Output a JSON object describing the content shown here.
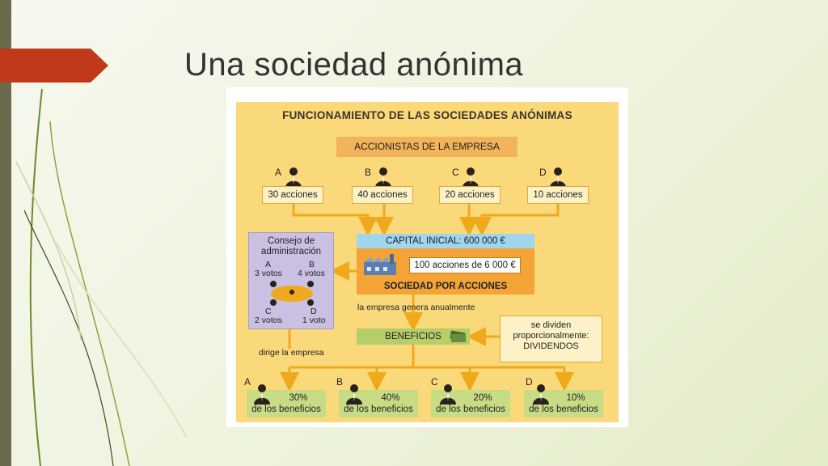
{
  "slide": {
    "title": "Una sociedad anónima"
  },
  "figure": {
    "title": "FUNCIONAMIENTO DE LAS SOCIEDADES ANÓNIMAS",
    "shareholders_header": "ACCIONISTAS DE LA EMPRESA",
    "shareholders": [
      {
        "letter": "A",
        "shares": "30 acciones"
      },
      {
        "letter": "B",
        "shares": "40 acciones"
      },
      {
        "letter": "C",
        "shares": "20 acciones"
      },
      {
        "letter": "D",
        "shares": "10 acciones"
      }
    ],
    "capital": "CAPITAL INICIAL: 600 000 €",
    "shares_unit": "100 acciones de 6 000 €",
    "company_type": "SOCIEDAD POR ACCIONES",
    "council": {
      "title_line1": "Consejo de",
      "title_line2": "administración",
      "members": [
        {
          "letter": "A",
          "votes": "3 votos"
        },
        {
          "letter": "B",
          "votes": "4 votos"
        },
        {
          "letter": "C",
          "votes": "2 votos"
        },
        {
          "letter": "D",
          "votes": "1 voto"
        }
      ],
      "directs": "dirige la empresa"
    },
    "generates": "la empresa genera anualmente",
    "profits": "BENEFICIOS",
    "dividends": {
      "line1": "se dividen",
      "line2": "proporcionalmente:",
      "line3": "DIVIDENDOS"
    },
    "results": [
      {
        "letter": "A",
        "percent": "30%",
        "label": "de los beneficios"
      },
      {
        "letter": "B",
        "percent": "40%",
        "label": "de los beneficios"
      },
      {
        "letter": "C",
        "percent": "20%",
        "label": "de los beneficios"
      },
      {
        "letter": "D",
        "percent": "10%",
        "label": "de los beneficios"
      }
    ]
  },
  "colors": {
    "accent_tab": "#c0391b",
    "left_bar": "#6b6a4c",
    "figure_background": "#f9d97a",
    "arrow": "#f0a91d",
    "orange_block": "#f4a436",
    "capital_band": "#9fd6ee",
    "council": "#c9c0e2",
    "profits": "#b6ce6a"
  }
}
